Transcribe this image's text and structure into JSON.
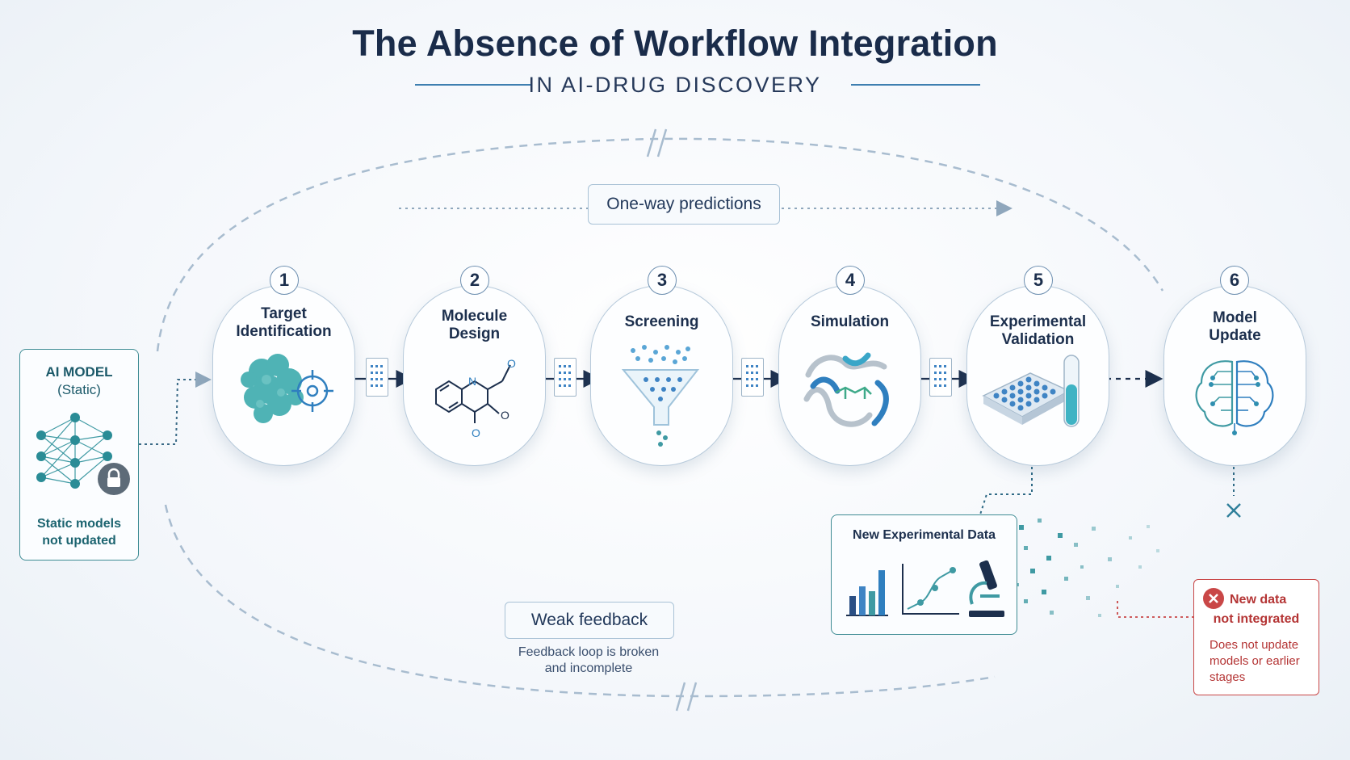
{
  "title": "The Absence of Workflow Integration",
  "subtitle": "IN AI-DRUG DISCOVERY",
  "one_way": "One-way predictions",
  "ai_model": {
    "line1": "AI MODEL",
    "line2": "(Static)",
    "note1": "Static models",
    "note2": "not updated"
  },
  "steps": [
    {
      "num": "1",
      "line1": "Target",
      "line2": "Identification"
    },
    {
      "num": "2",
      "line1": "Molecule",
      "line2": "Design"
    },
    {
      "num": "3",
      "line1": "Screening",
      "line2": ""
    },
    {
      "num": "4",
      "line1": "Simulation",
      "line2": ""
    },
    {
      "num": "5",
      "line1": "Experimental",
      "line2": "Validation"
    },
    {
      "num": "6",
      "line1": "Model",
      "line2": "Update"
    }
  ],
  "new_data": {
    "title": "New Experimental Data"
  },
  "weak_feedback": {
    "label": "Weak feedback",
    "note1": "Feedback loop is broken",
    "note2": "and incomplete"
  },
  "not_integrated": {
    "title1": "New data",
    "title2": "not integrated",
    "note1": "Does not update",
    "note2": "models or earlier",
    "note3": "stages"
  },
  "molecule_atoms": {
    "n": "N",
    "o1": "O",
    "o2": "O",
    "o3": "O"
  },
  "icons": [
    "protein-icon",
    "target-icon",
    "molecule-icon",
    "funnel-icon",
    "protein-ribbon-icon",
    "well-plate-icon",
    "test-tube-icon",
    "brain-circuit-icon",
    "neural-network-icon",
    "lock-icon",
    "bar-chart-icon",
    "line-chart-icon",
    "microscope-icon",
    "error-x-icon",
    "document-icon"
  ],
  "colors": {
    "teal": "#3f9aa3",
    "navy": "#1c2f4d",
    "red": "#c94747",
    "blue": "#2f7fbf"
  }
}
